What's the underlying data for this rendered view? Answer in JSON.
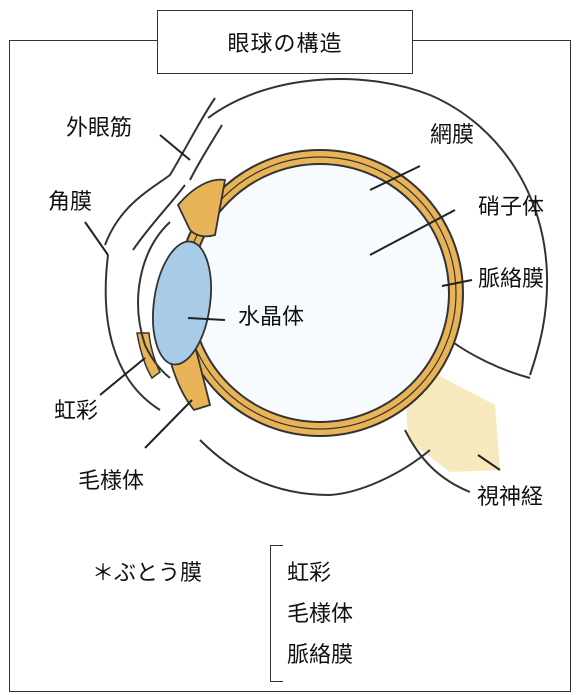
{
  "title": "眼球の構造",
  "labels": {
    "extraocular_muscle": "外眼筋",
    "retina": "網膜",
    "cornea": "角膜",
    "vitreous": "硝子体",
    "choroid": "脈絡膜",
    "lens": "水晶体",
    "iris": "虹彩",
    "ciliary_body": "毛様体",
    "optic_nerve": "視神経"
  },
  "note": {
    "heading": "＊ぶとう膜",
    "items": [
      "虹彩",
      "毛様体",
      "脈絡膜"
    ]
  },
  "colors": {
    "line": "#333333",
    "sclera_band": "#e9b357",
    "lens": "#a8cbe8",
    "optic_nerve": "#f6e9bd",
    "vitreous": "#f7fbfd"
  }
}
